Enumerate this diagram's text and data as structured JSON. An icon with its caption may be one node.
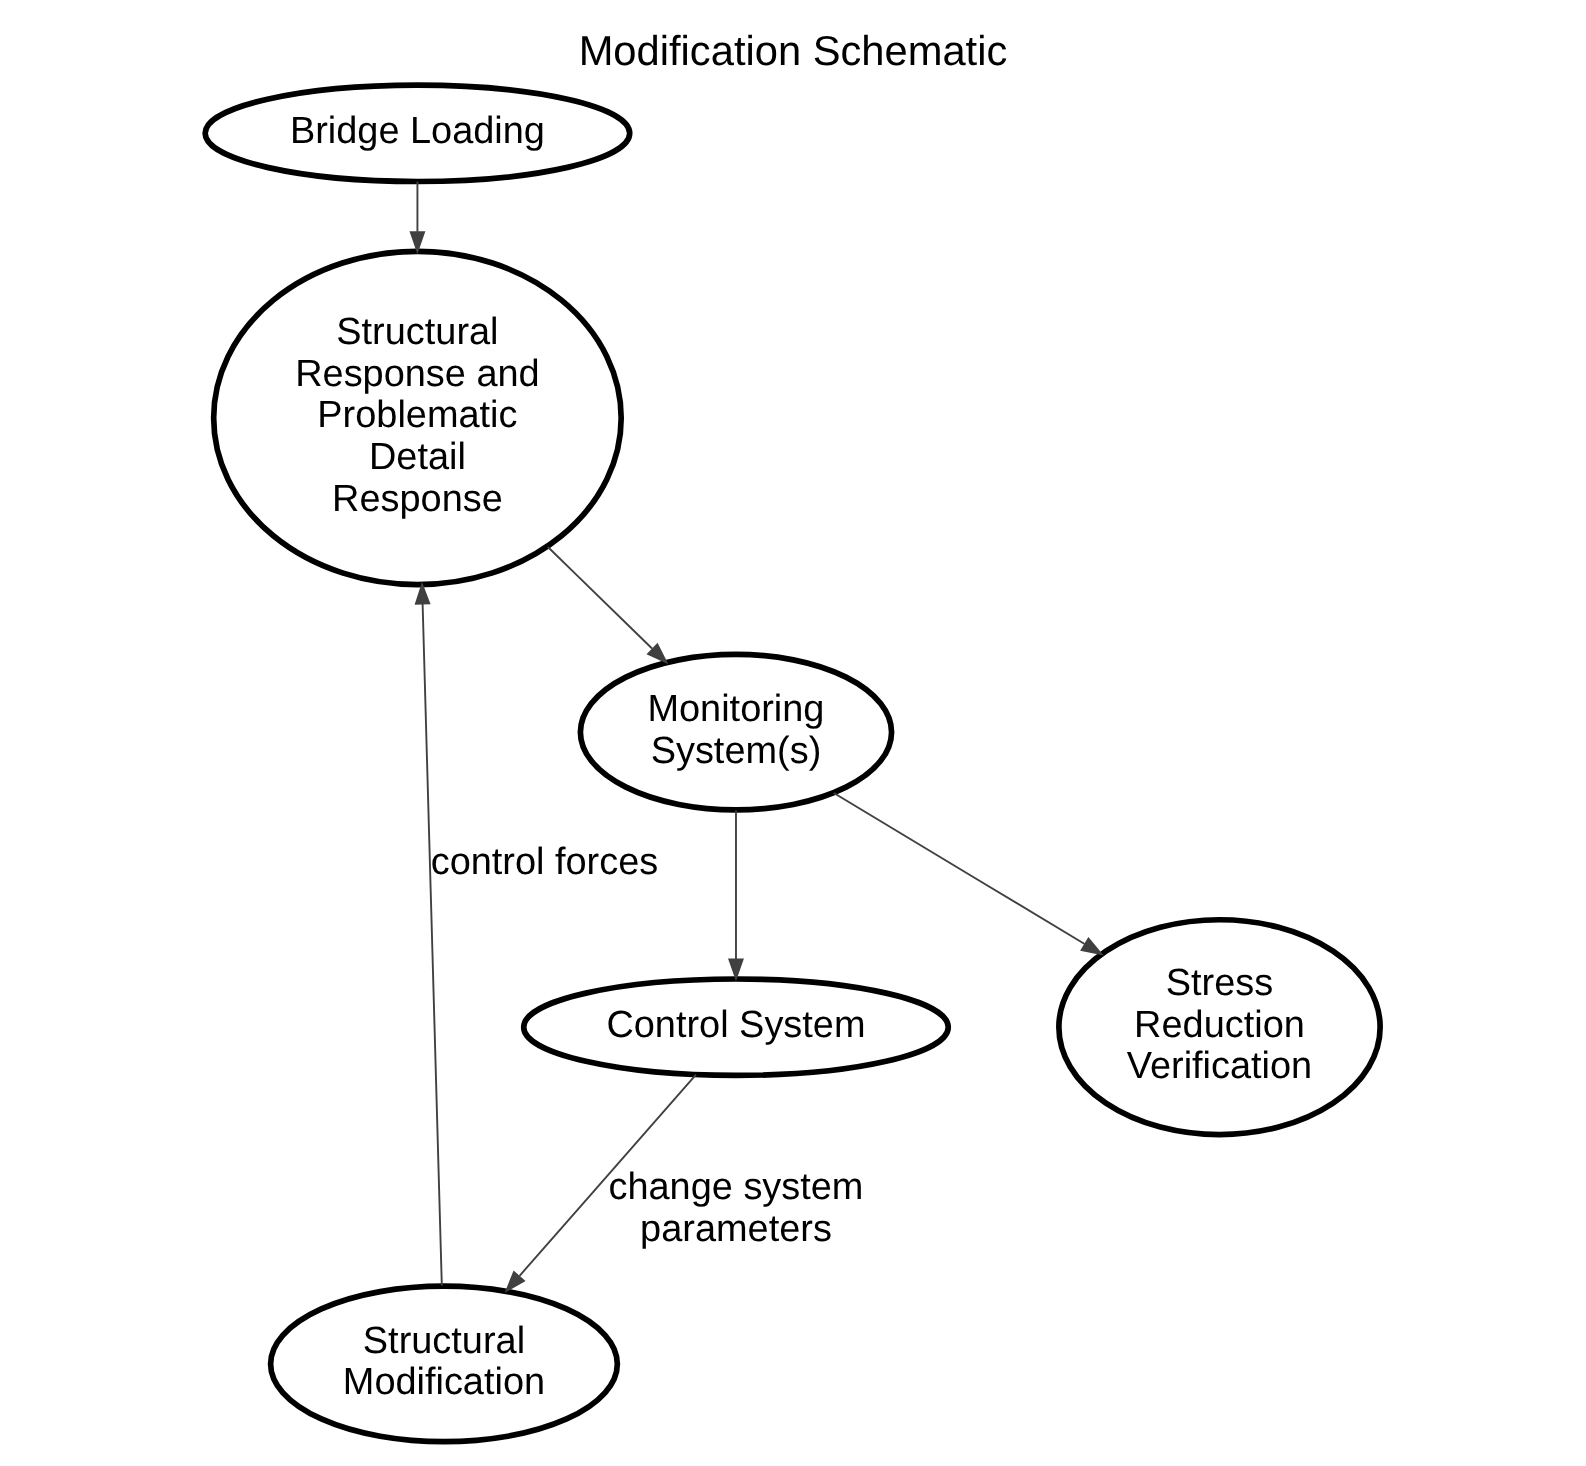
{
  "diagram": {
    "title": "Modification Schematic",
    "nodes": [
      {
        "text": [
          "Bridge Loading"
        ]
      },
      {
        "text": [
          "Structural Modification"
        ]
      },
      {
        "text": [
          "Structural Response and Problematic Detail Response"
        ]
      },
      {
        "text": [
          "Control System"
        ]
      },
      {
        "text": [
          "Monitoring System(s)"
        ]
      },
      {
        "text": [
          "Stress Reduction Verification"
        ]
      }
    ],
    "edges": [
      {
        "from": 0,
        "to": 2,
        "arrow": "to"
      },
      {
        "from": 1,
        "to": 2,
        "arrow": "to",
        "label": "control forces"
      },
      {
        "from": 3,
        "to": 1,
        "arrow": "to",
        "label": "change system parameters"
      },
      {
        "from": 2,
        "to": 4,
        "arrow": "to"
      },
      {
        "from": 4,
        "to": 3,
        "arrow": "to"
      },
      {
        "from": 4,
        "to": 5,
        "arrow": "to"
      }
    ]
  }
}
